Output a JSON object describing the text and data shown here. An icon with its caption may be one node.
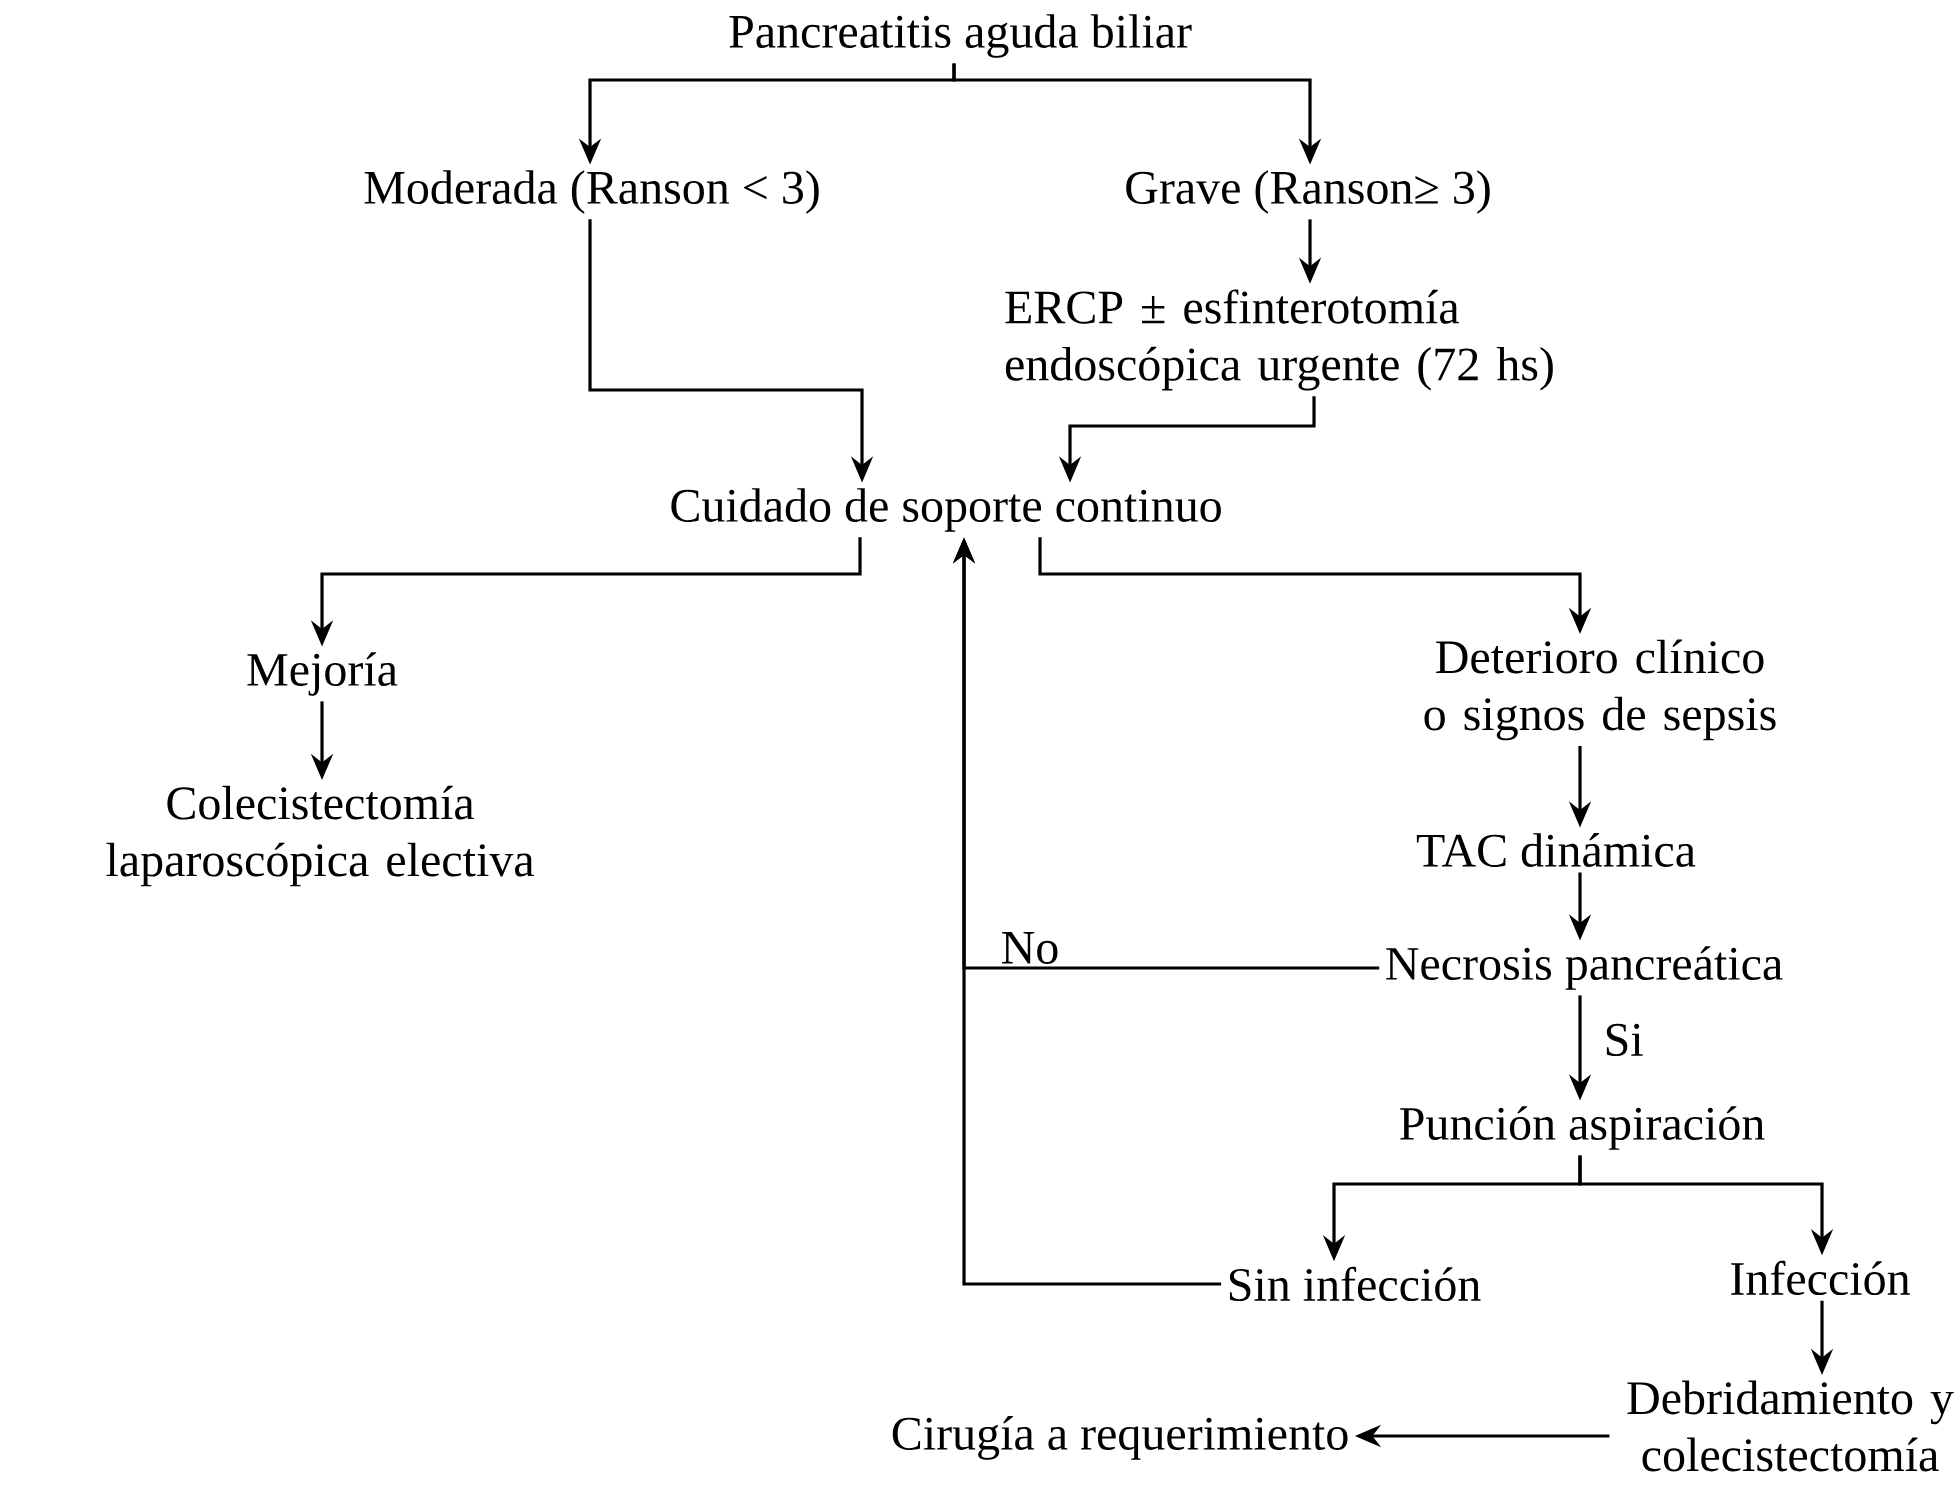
{
  "diagram": {
    "nodes": [
      {
        "text": [
          "Pancreatitis aguda biliar"
        ]
      },
      {
        "text": [
          "Moderada (Ranson < 3)"
        ]
      },
      {
        "text": [
          "Grave (Ranson≥ 3)"
        ]
      },
      {
        "text": [
          "ERCP ± esfinterotomía endoscópica urgente (72 hs)"
        ]
      },
      {
        "text": [
          "Cuidado de soporte continuo"
        ]
      },
      {
        "text": [
          "Mejoría"
        ]
      },
      {
        "text": [
          "Colecistectomía laparoscópica electiva"
        ]
      },
      {
        "text": [
          "Deterioro clínico o signos de sepsis"
        ]
      },
      {
        "text": [
          "TAC dinámica"
        ]
      },
      {
        "text": [
          "Necrosis pancreática"
        ]
      },
      {
        "text": [
          "Punción aspiración"
        ]
      },
      {
        "text": [
          "Sin infección"
        ]
      },
      {
        "text": [
          "Infección"
        ]
      },
      {
        "text": [
          "Debridamiento y colecistectomía"
        ]
      },
      {
        "text": [
          "Cirugía a requerimiento"
        ]
      }
    ],
    "edges": [
      {
        "from": 0,
        "to": 1,
        "arrow": "to"
      },
      {
        "from": 0,
        "to": 2,
        "arrow": "to"
      },
      {
        "from": 1,
        "to": 4,
        "arrow": "to"
      },
      {
        "from": 2,
        "to": 3,
        "arrow": "to"
      },
      {
        "from": 3,
        "to": 4,
        "arrow": "to"
      },
      {
        "from": 4,
        "to": 5,
        "arrow": "to"
      },
      {
        "from": 4,
        "to": 7,
        "arrow": "to"
      },
      {
        "from": 5,
        "to": 6,
        "arrow": "to"
      },
      {
        "from": 7,
        "to": 8,
        "arrow": "to"
      },
      {
        "from": 8,
        "to": 9,
        "arrow": "to"
      },
      {
        "from": 9,
        "to": 4,
        "arrow": "to",
        "label": "No"
      },
      {
        "from": 9,
        "to": 10,
        "arrow": "to",
        "label": "Si"
      },
      {
        "from": 10,
        "to": 11,
        "arrow": "to"
      },
      {
        "from": 10,
        "to": 12,
        "arrow": "to"
      },
      {
        "from": 11,
        "to": 4,
        "arrow": "to"
      },
      {
        "from": 12,
        "to": 13,
        "arrow": "to"
      },
      {
        "from": 13,
        "to": 14,
        "arrow": "to"
      }
    ]
  }
}
